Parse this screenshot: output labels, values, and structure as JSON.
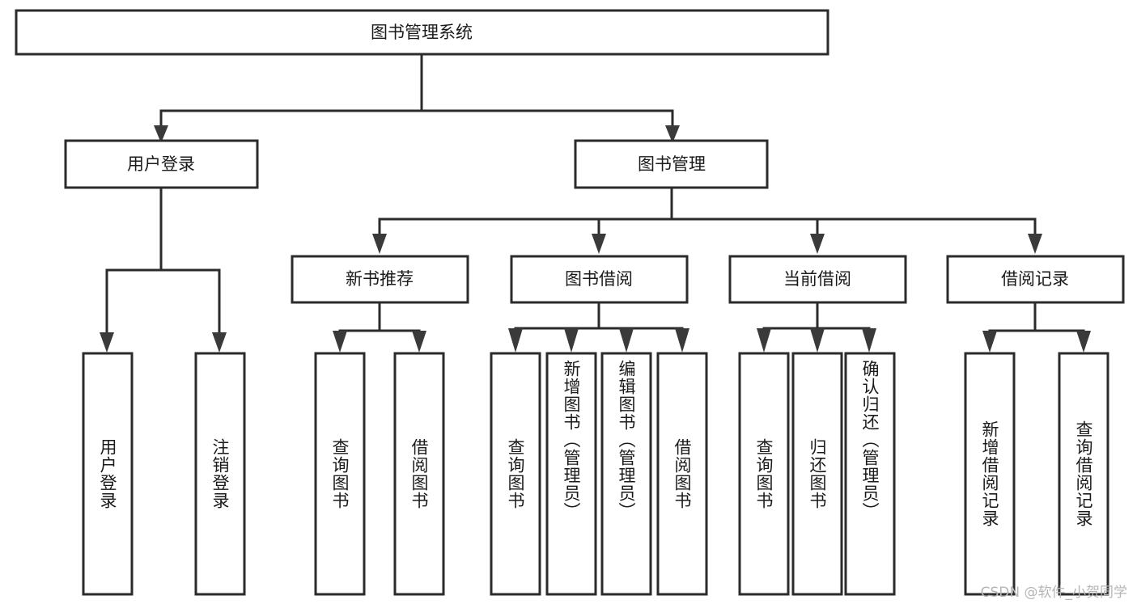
{
  "diagram": {
    "type": "tree",
    "title_node": {
      "label": "图书管理系统"
    },
    "level2": [
      {
        "id": "user-login",
        "label": "用户登录"
      },
      {
        "id": "book-manage",
        "label": "图书管理"
      }
    ],
    "level3": [
      {
        "id": "new-book-rec",
        "label": "新书推荐",
        "parent": "book-manage"
      },
      {
        "id": "book-borrow",
        "label": "图书借阅",
        "parent": "book-manage"
      },
      {
        "id": "current-borrow",
        "label": "当前借阅",
        "parent": "book-manage"
      },
      {
        "id": "borrow-record",
        "label": "借阅记录",
        "parent": "book-manage"
      }
    ],
    "leaves": {
      "user-login": [
        {
          "id": "leaf-user-login",
          "label": "用户登录"
        },
        {
          "id": "leaf-logout",
          "label": "注销登录"
        }
      ],
      "new-book-rec": [
        {
          "id": "leaf-query-book-1",
          "label": "查询图书"
        },
        {
          "id": "leaf-borrow-book-1",
          "label": "借阅图书"
        }
      ],
      "book-borrow": [
        {
          "id": "leaf-query-book-2",
          "label": "查询图书"
        },
        {
          "id": "leaf-add-book",
          "label": "新增图书（管理员）"
        },
        {
          "id": "leaf-edit-book",
          "label": "编辑图书（管理员）"
        },
        {
          "id": "leaf-borrow-book-2",
          "label": "借阅图书"
        }
      ],
      "current-borrow": [
        {
          "id": "leaf-query-book-3",
          "label": "查询图书"
        },
        {
          "id": "leaf-return-book",
          "label": "归还图书"
        },
        {
          "id": "leaf-confirm-return",
          "label": "确认归还（管理员）"
        }
      ],
      "borrow-record": [
        {
          "id": "leaf-add-record",
          "label": "新增借阅记录"
        },
        {
          "id": "leaf-query-record",
          "label": "查询借阅记录"
        }
      ]
    }
  },
  "watermark": {
    "text": "CSDN @软件_小贺同学"
  },
  "colors": {
    "box_stroke": "#2b2b2b",
    "box_fill": "#ffffff",
    "text": "#1a1a1a",
    "connector": "#2b2b2b",
    "watermark": "#b6b6b6",
    "background": "#ffffff"
  }
}
